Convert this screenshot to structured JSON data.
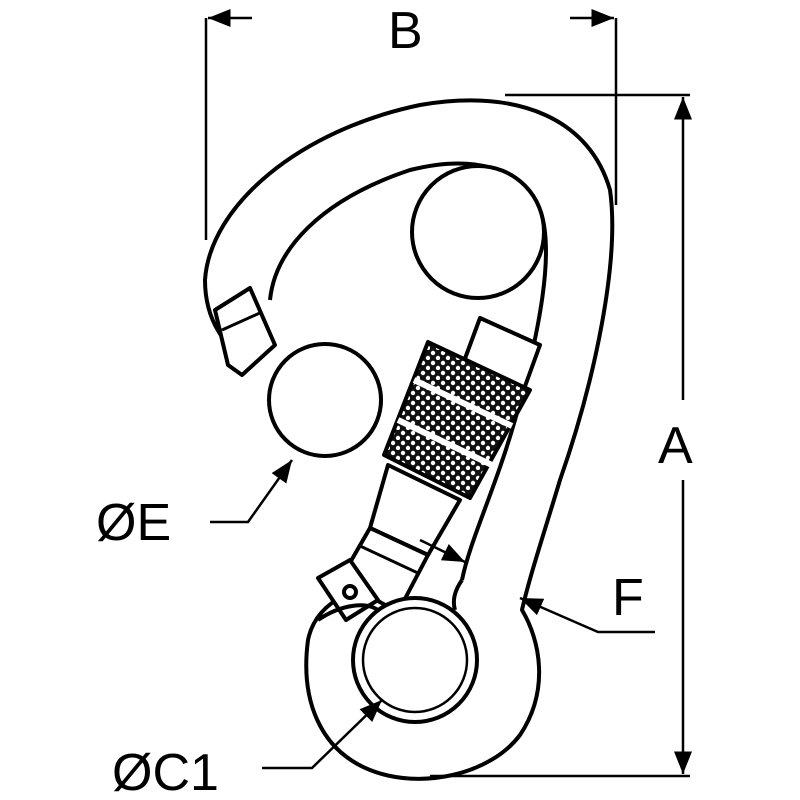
{
  "dimensions": {
    "width_label": "B",
    "height_label": "A",
    "gate_opening_label": "ØE",
    "eye_diameter_label": "ØC1",
    "wire_diameter_label": "F"
  },
  "colors": {
    "ink": "#000000",
    "paper": "#ffffff"
  }
}
